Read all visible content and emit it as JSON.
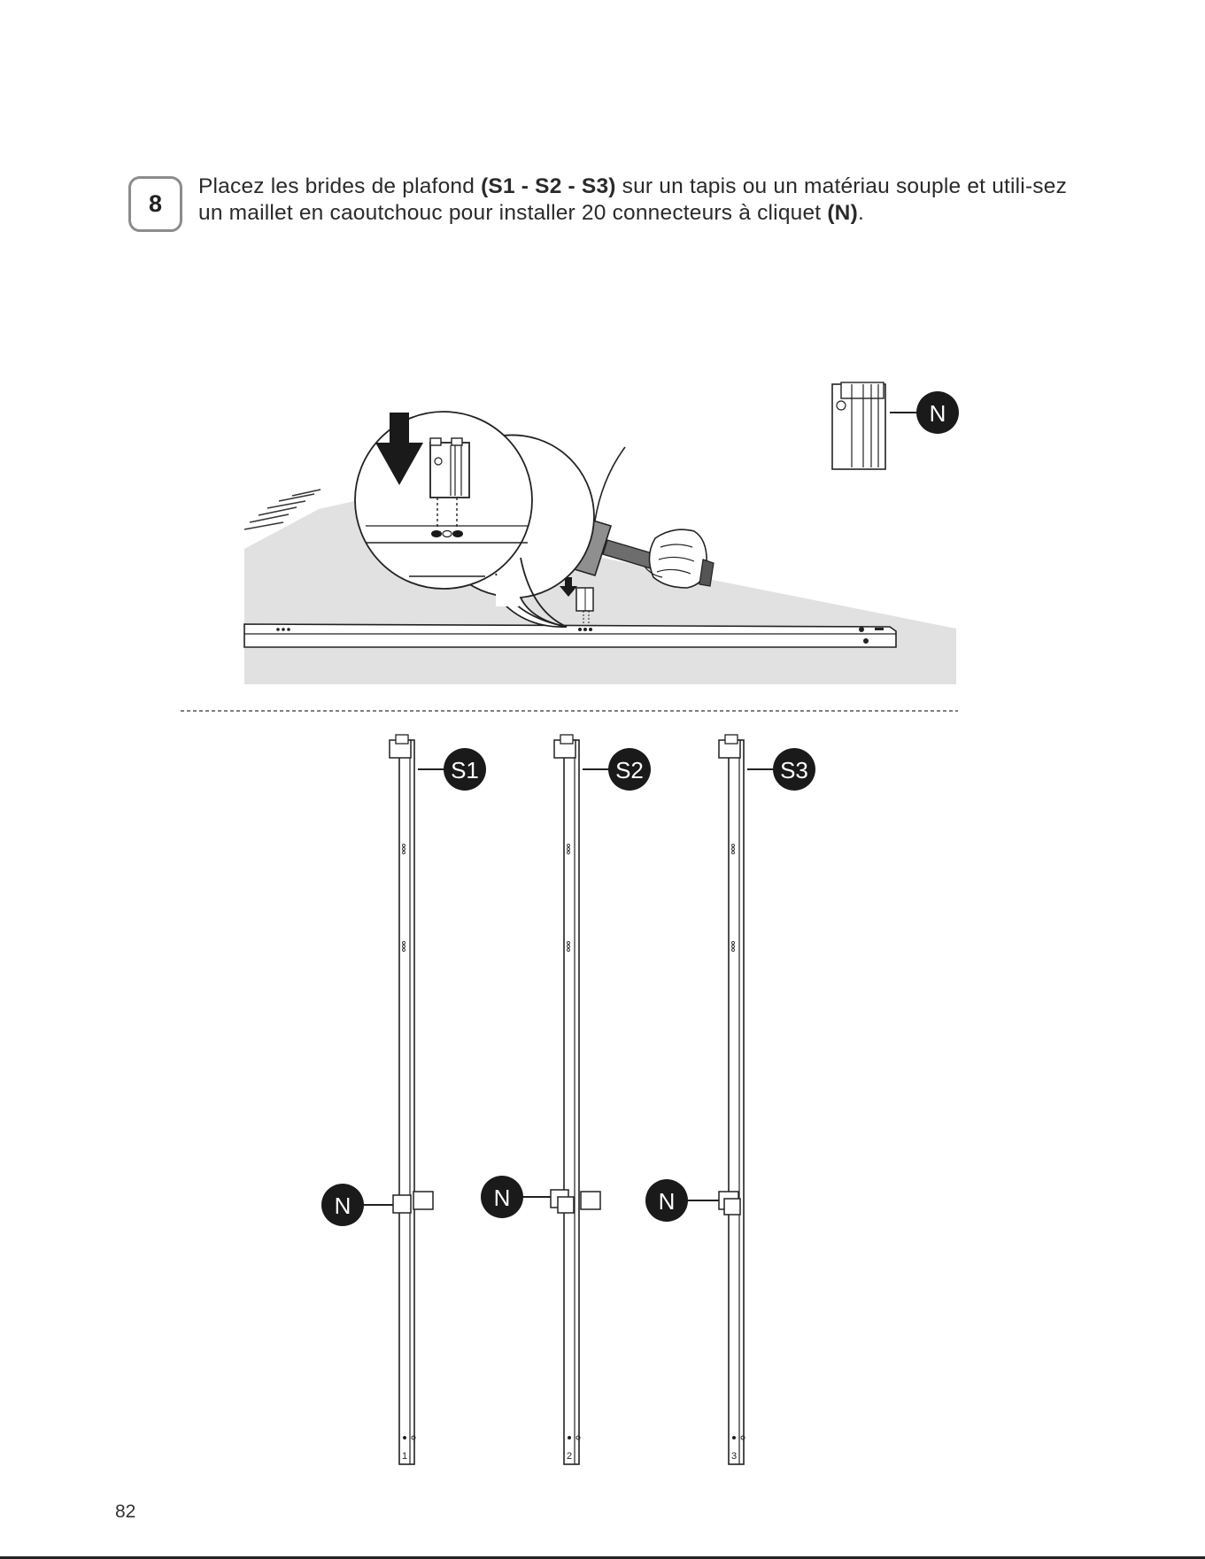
{
  "step": {
    "number": "8",
    "text_1": "Placez les brides de plafond ",
    "bold_1": "(S1 - S2 - S3)",
    "text_2": " sur un tapis ou un matériau souple et utili-sez un maillet en caoutchouc pour installer 20 connecteurs à cliquet ",
    "bold_2": "(N)",
    "text_3": "."
  },
  "callouts": {
    "connector_top": "N",
    "bracket_s1": "S1",
    "bracket_s2": "S2",
    "bracket_s3": "S3",
    "connector_s1": "N",
    "connector_s2": "N",
    "connector_s3": "N"
  },
  "bar_numbers": [
    "1",
    "2",
    "3"
  ],
  "page_number": "82",
  "colors": {
    "mat_gray": "#e1e1e1",
    "callout_black": "#1a1a1a",
    "badge_border": "#8c8c8c"
  }
}
